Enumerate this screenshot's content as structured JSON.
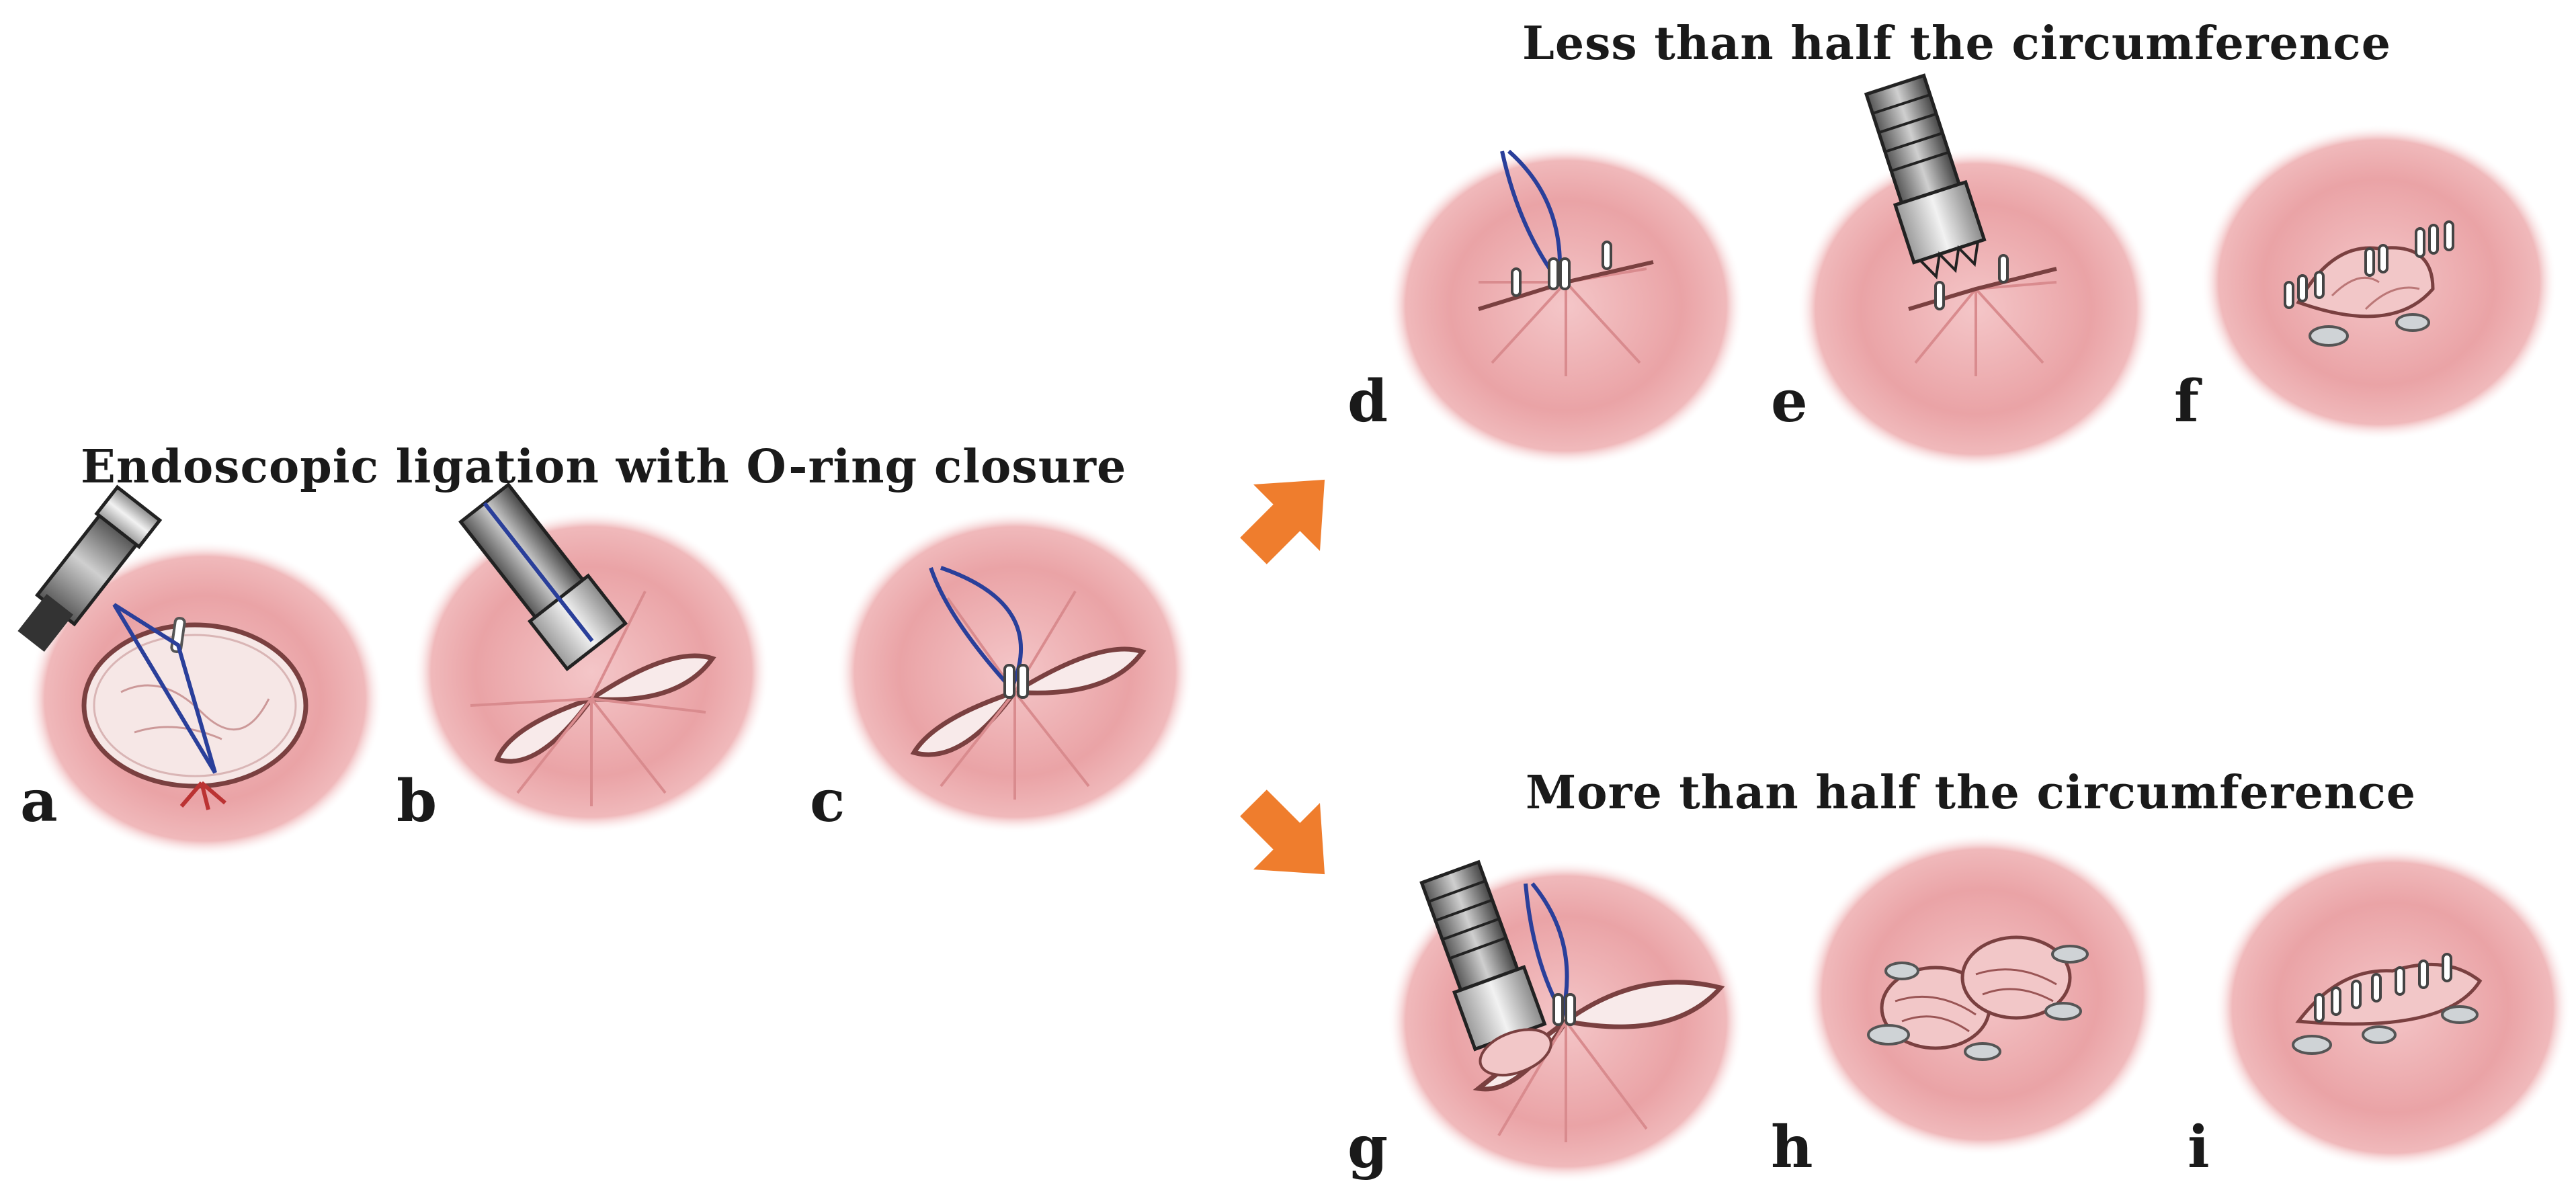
{
  "titles": {
    "main": "Endoscopic ligation with O-ring closure",
    "upper": "Less than half the circumference",
    "lower": "More than half the circumference"
  },
  "panels": [
    {
      "id": "a",
      "label": "a"
    },
    {
      "id": "b",
      "label": "b"
    },
    {
      "id": "c",
      "label": "c"
    },
    {
      "id": "d",
      "label": "d"
    },
    {
      "id": "e",
      "label": "e"
    },
    {
      "id": "f",
      "label": "f"
    },
    {
      "id": "g",
      "label": "g"
    },
    {
      "id": "h",
      "label": "h"
    },
    {
      "id": "i",
      "label": "i"
    }
  ],
  "colors": {
    "mucosa": "#e9a3a6",
    "mucosa_center": "#f3c2c4",
    "arrow": "#ef7d2d",
    "thread": "#2a3f9a",
    "text": "#1a1a1a"
  }
}
